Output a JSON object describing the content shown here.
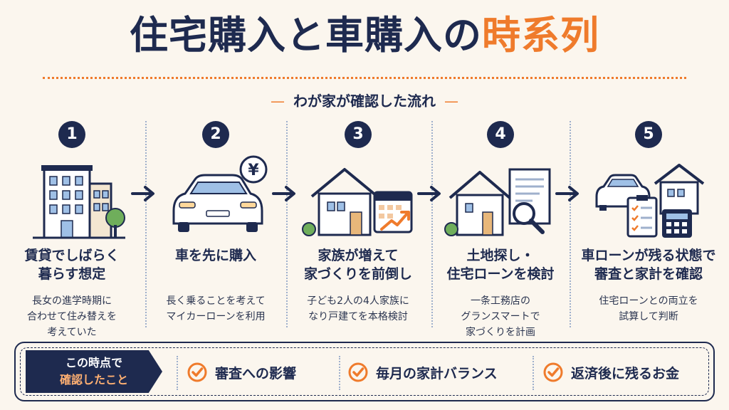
{
  "title": {
    "main": "住宅購入と車購入の",
    "accent": "時系列"
  },
  "subtitle": "わが家が確認した流れ",
  "steps": [
    {
      "num": "1",
      "heading1": "賃貸でしばらく",
      "heading2": "暮らす想定",
      "desc1": "長女の進学時期に",
      "desc2": "合わせて住み替えを",
      "desc3": "考えていた"
    },
    {
      "num": "2",
      "heading1": "車を先に購入",
      "heading2": "",
      "desc1": "長く乗ることを考えて",
      "desc2": "マイカーローンを利用",
      "desc3": ""
    },
    {
      "num": "3",
      "heading1": "家族が増えて",
      "heading2": "家づくりを前倒し",
      "desc1": "子ども2人の4人家族に",
      "desc2": "なり戸建てを本格検討",
      "desc3": ""
    },
    {
      "num": "4",
      "heading1": "土地探し・",
      "heading2": "住宅ローンを検討",
      "desc1": "一条工務店の",
      "desc2": "グランスマートで",
      "desc3": "家づくりを計画"
    },
    {
      "num": "5",
      "heading1": "車ローンが残る状態で",
      "heading2": "審査と家計を確認",
      "desc1": "住宅ローンとの両立を",
      "desc2": "試算して判断",
      "desc3": ""
    }
  ],
  "icons": {
    "yen": "¥"
  },
  "summary": {
    "tag1": "この時点で",
    "tag2": "確認したこと",
    "items": [
      "審査への影響",
      "毎月の家計バランス",
      "返済後に残るお金"
    ]
  },
  "colors": {
    "navy": "#1e2a4f",
    "accent": "#ef7b2c",
    "bg": "#fbf6ee"
  }
}
